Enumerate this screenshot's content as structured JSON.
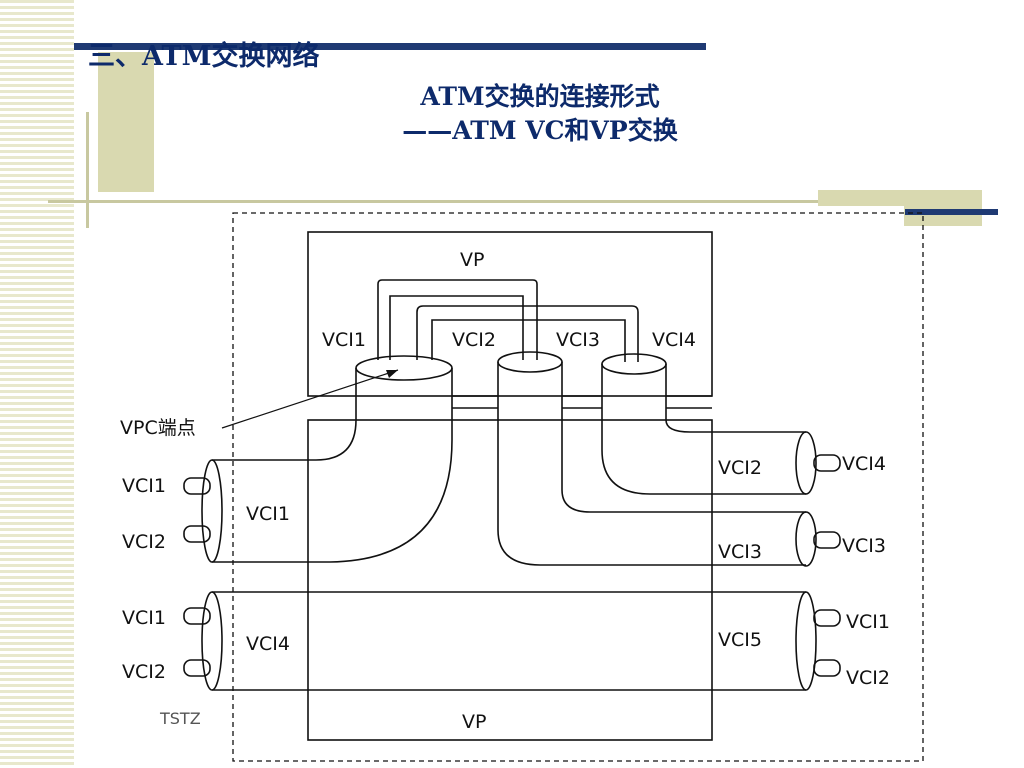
{
  "header": {
    "section_title": "三、ATM交换网络",
    "title_line1": "ATM交换的连接形式",
    "title_line2": "——ATM VC和VP交换"
  },
  "diagram": {
    "vp_top": "VP",
    "vp_bottom": "VP",
    "vci_in_top": [
      "VCI1",
      "VCI2",
      "VCI3",
      "VCI4"
    ],
    "vpc_endpoint": "VPC端点",
    "left_links": [
      {
        "vcc_in": [
          "VCI1",
          "VCI2"
        ],
        "vpc": "VCI1"
      },
      {
        "vcc_in": [
          "VCI1",
          "VCI2"
        ],
        "vpc": "VCI4"
      }
    ],
    "right_links": [
      {
        "vpc": "VCI2",
        "vcc_out": "VCI4"
      },
      {
        "vpc": "VCI3",
        "vcc_out": "VCI3"
      },
      {
        "vpc": "VCI5",
        "vcc_out": [
          "VCI1",
          "VCI2"
        ]
      }
    ],
    "partial_caption": "TSTZ"
  }
}
